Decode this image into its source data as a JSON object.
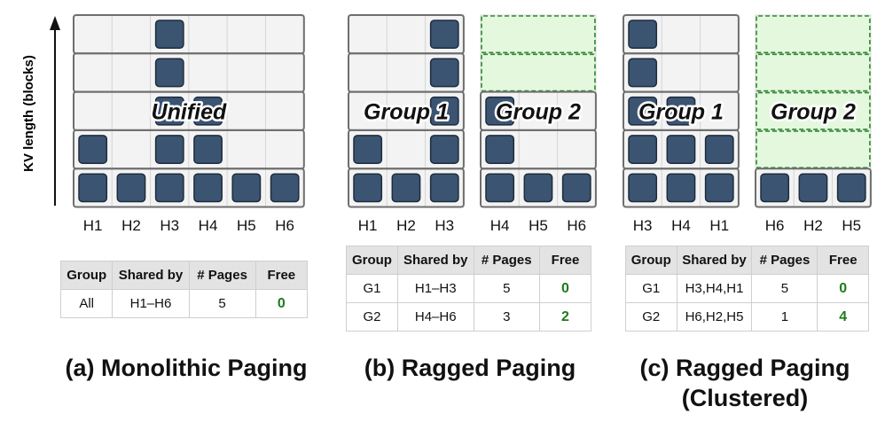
{
  "y_axis_label": "KV length (blocks)",
  "colors": {
    "block_fill": "#3b5472",
    "block_stroke": "#1e2c3c",
    "cell_fill": "#f3f3f3",
    "grid_stroke": "#6e6e6e",
    "free_fill": "#e4f8de",
    "free_stroke": "#2e8b2e",
    "free_text": "#1e7b1e"
  },
  "panels": [
    {
      "id": "a",
      "caption": "(a) Monolithic Paging",
      "caption_line2": "",
      "head_labels": [
        "H1",
        "H2",
        "H3",
        "H4",
        "H5",
        "H6"
      ],
      "groups": [
        {
          "label": "Unified",
          "italic": true,
          "free_rows": 0,
          "heights": [
            2,
            1,
            5,
            3,
            1,
            1
          ]
        }
      ],
      "table": {
        "headers": [
          "Group",
          "Shared by",
          "# Pages",
          "Free"
        ],
        "rows": [
          [
            "All",
            "H1–H6",
            "5",
            "0"
          ]
        ]
      }
    },
    {
      "id": "b",
      "caption": "(b) Ragged Paging",
      "caption_line2": "",
      "head_labels": [
        "H1",
        "H2",
        "H3",
        "H4",
        "H5",
        "H6"
      ],
      "groups": [
        {
          "label": "Group 1",
          "italic": true,
          "free_rows": 0,
          "heights": [
            2,
            1,
            5
          ]
        },
        {
          "label": "Group 2",
          "italic": true,
          "free_rows": 2,
          "heights": [
            3,
            1,
            1
          ]
        }
      ],
      "table": {
        "headers": [
          "Group",
          "Shared by",
          "# Pages",
          "Free"
        ],
        "rows": [
          [
            "G1",
            "H1–H3",
            "5",
            "0"
          ],
          [
            "G2",
            "H4–H6",
            "3",
            "2"
          ]
        ]
      }
    },
    {
      "id": "c",
      "caption": "(c) Ragged Paging",
      "caption_line2": "(Clustered)",
      "head_labels": [
        "H3",
        "H4",
        "H1",
        "H6",
        "H2",
        "H5"
      ],
      "groups": [
        {
          "label": "Group 1",
          "italic": true,
          "free_rows": 0,
          "heights": [
            5,
            3,
            2
          ]
        },
        {
          "label": "Group 2",
          "italic": true,
          "free_rows": 4,
          "heights": [
            1,
            1,
            1
          ]
        }
      ],
      "table": {
        "headers": [
          "Group",
          "Shared by",
          "# Pages",
          "Free"
        ],
        "rows": [
          [
            "G1",
            "H3,H4,H1",
            "5",
            "0"
          ],
          [
            "G2",
            "H6,H2,H5",
            "1",
            "4"
          ]
        ]
      }
    }
  ]
}
